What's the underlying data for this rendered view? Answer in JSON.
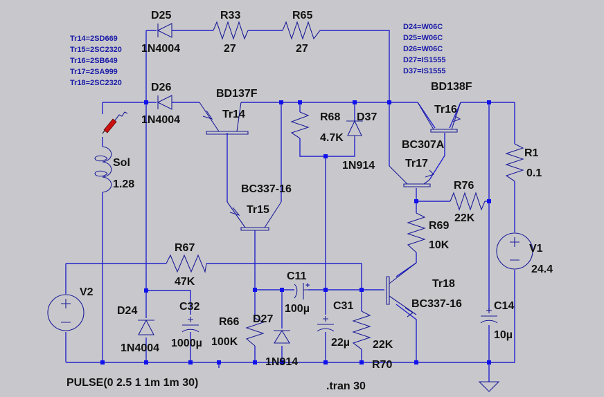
{
  "app": {
    "type": "LTspice schematic"
  },
  "colors": {
    "background": "#c8c8cc",
    "wire": "#2222cc",
    "junction": "#1111ee",
    "label": "#111111",
    "note": "#1a1aa8",
    "probe": "#cc1111"
  },
  "notes": {
    "transistors": [
      "Tr14=2SD669",
      "Tr15=2SC2320",
      "Tr16=2SB649",
      "Tr17=2SA999",
      "Tr18=2SC2320"
    ],
    "diodes": [
      "D24=W06C",
      "D25=W06C",
      "D26=W06C",
      "D27=IS1555",
      "D37=IS1555"
    ]
  },
  "components": {
    "D25": {
      "name": "D25",
      "value": "1N4004"
    },
    "R33": {
      "name": "R33",
      "value": "27"
    },
    "R65": {
      "name": "R65",
      "value": "27"
    },
    "D26": {
      "name": "D26",
      "value": "1N4004"
    },
    "Tr14": {
      "name": "Tr14",
      "value": "BD137F"
    },
    "R68": {
      "name": "R68",
      "value": "4.7K"
    },
    "D37": {
      "name": "D37",
      "value": "1N914"
    },
    "Tr16": {
      "name": "Tr16",
      "value": "BD138F"
    },
    "Tr17": {
      "name": "Tr17",
      "value": "BC307A"
    },
    "R1": {
      "name": "R1",
      "value": "0.1"
    },
    "Sol": {
      "name": "Sol",
      "value": "1.28"
    },
    "Tr15": {
      "name": "Tr15",
      "value": "BC337-16"
    },
    "R76": {
      "name": "R76",
      "value": "22K"
    },
    "R69": {
      "name": "R69",
      "value": "10K"
    },
    "V1": {
      "name": "V1",
      "value": "24.4"
    },
    "R67": {
      "name": "R67",
      "value": "47K"
    },
    "V2": {
      "name": "V2",
      "value": "PULSE(0 2.5 1 1m 1m 30)"
    },
    "C11": {
      "name": "C11",
      "value": "100µ"
    },
    "Tr18": {
      "name": "Tr18",
      "value": "BC337-16"
    },
    "D24": {
      "name": "D24",
      "value": "1N4004"
    },
    "C32": {
      "name": "C32",
      "value": "1000µ"
    },
    "R66": {
      "name": "R66",
      "value": "100K"
    },
    "D27": {
      "name": "D27",
      "value": "1N914"
    },
    "C31": {
      "name": "C31",
      "value": "22µ"
    },
    "R70": {
      "name": "R70",
      "value": "22K"
    },
    "C14": {
      "name": "C14",
      "value": "10µ"
    }
  },
  "directive": ".tran 30",
  "symbols": {
    "plus": "+",
    "minus": "−"
  }
}
